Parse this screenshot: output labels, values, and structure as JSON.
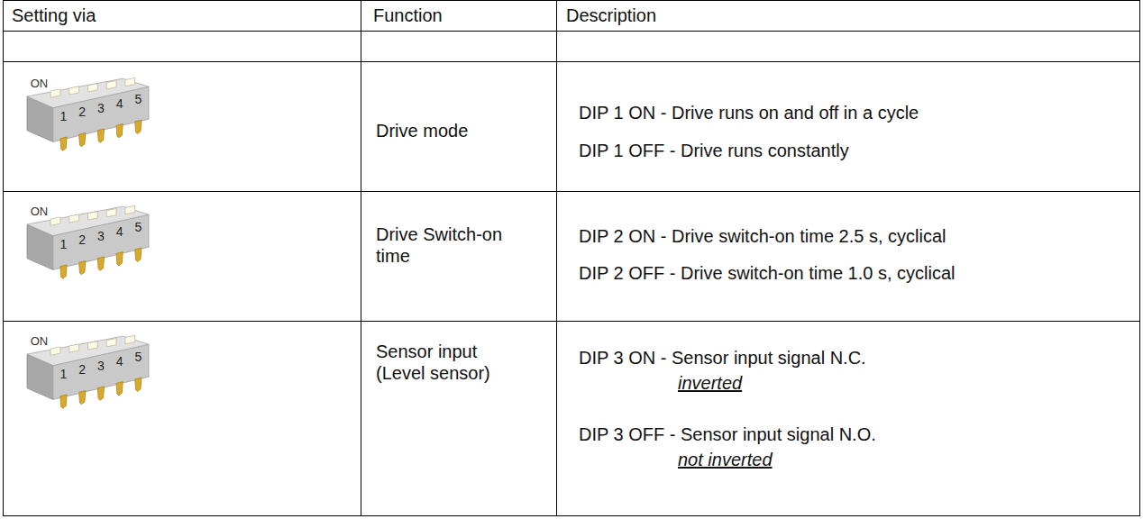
{
  "diagram": {
    "labels": [
      "Setting via",
      "Function",
      "Description",
      "ON",
      "1",
      "2",
      "3",
      "4",
      "5",
      "Drive mode",
      "DIP 1 ON - Drive runs on and off in a cycle",
      "DIP 1 OFF - Drive runs constantly",
      "ON",
      "1",
      "2",
      "3",
      "4",
      "5",
      "Drive Switch-on time",
      "DIP 2 ON - Drive switch-on time 2.5 s, cyclical",
      "DIP 2 OFF - Drive switch-on time 1.0 s, cyclical",
      "ON",
      "1",
      "2",
      "3",
      "4",
      "5",
      "Sensor input (Level sensor)",
      "DIP 3 ON - Sensor input signal N.C.",
      "inverted",
      "DIP 3 OFF - Sensor input signal N.O.",
      "not inverted"
    ]
  }
}
